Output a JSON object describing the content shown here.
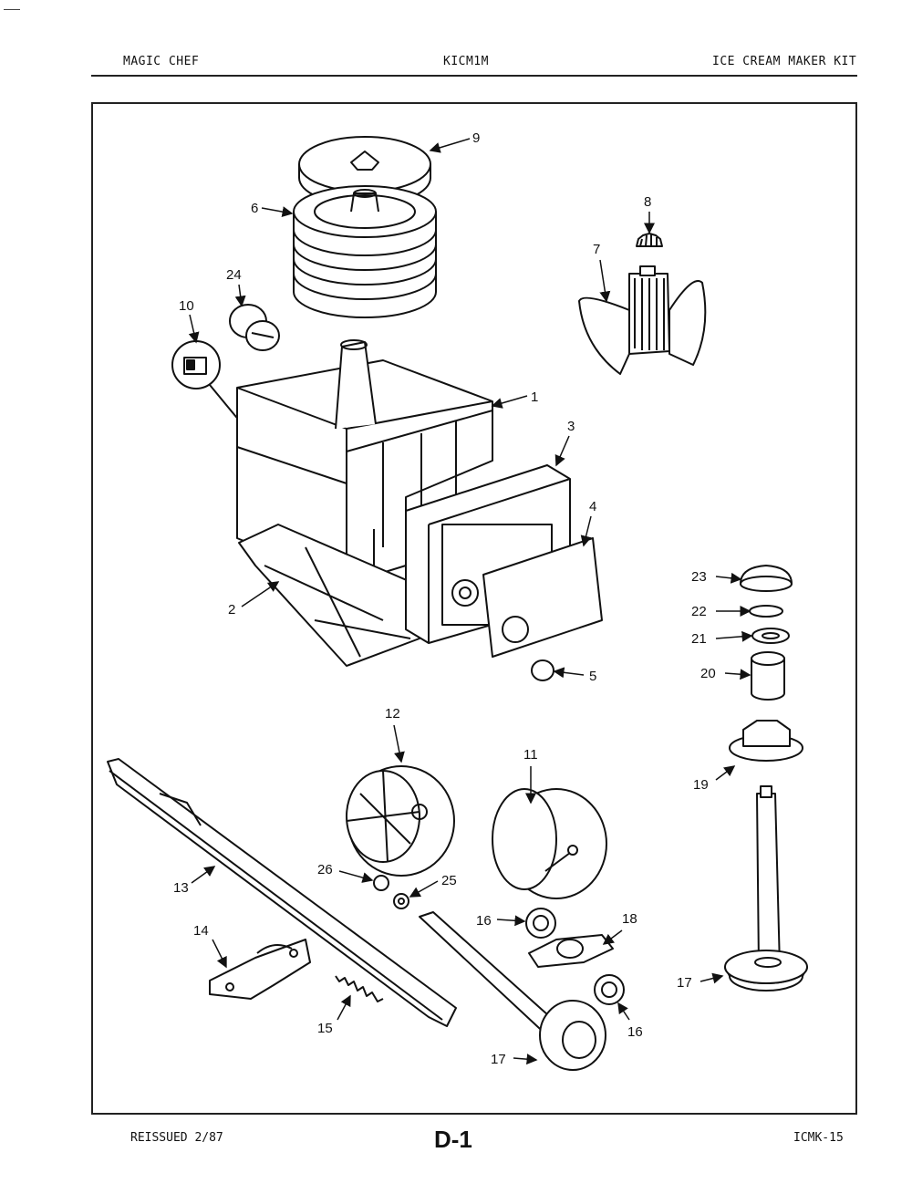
{
  "header": {
    "brand": "MAGIC CHEF",
    "model": "KICM1M",
    "title": "ICE CREAM MAKER KIT"
  },
  "footer": {
    "reissued": "REISSUED 2/87",
    "page": "D-1",
    "code": "ICMK-15"
  },
  "callouts": [
    "9",
    "6",
    "8",
    "7",
    "24",
    "10",
    "1",
    "3",
    "4",
    "2",
    "5",
    "23",
    "22",
    "21",
    "20",
    "19",
    "12",
    "11",
    "13",
    "26",
    "25",
    "16",
    "18",
    "14",
    "15",
    "17",
    "16",
    "17"
  ]
}
